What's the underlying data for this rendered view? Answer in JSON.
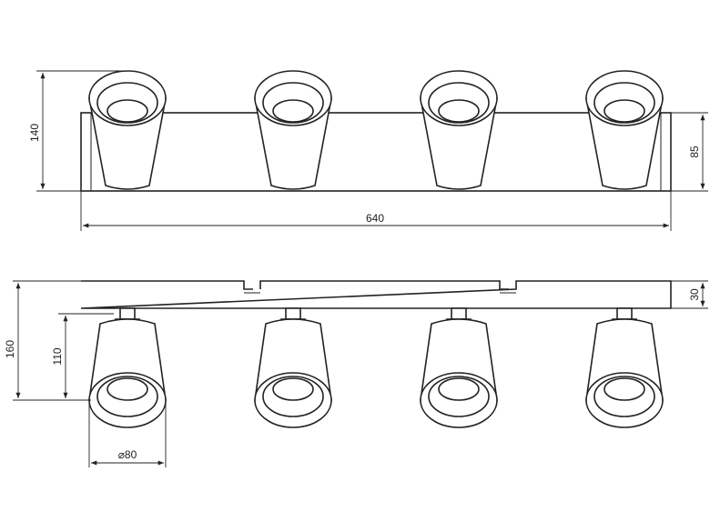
{
  "dimensions": {
    "front_height": "140",
    "front_body_height": "85",
    "total_length": "640",
    "side_total_height": "160",
    "side_spot_height": "110",
    "rail_thickness": "30",
    "spot_diameter": "⌀80"
  },
  "colors": {
    "line": "#222222",
    "background": "#ffffff"
  }
}
